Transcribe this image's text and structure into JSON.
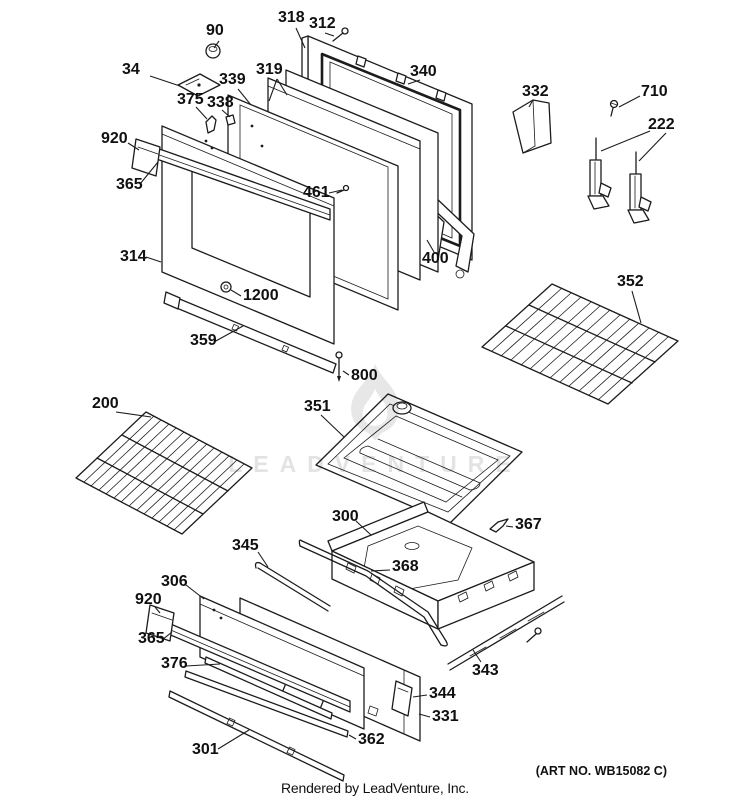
{
  "diagram": {
    "art_no": "(ART NO. WB15082 C)",
    "credit": "Rendered by LeadVenture, Inc.",
    "watermark_text": "LEADVENTURE",
    "line_color": "#1c1c1c",
    "watermark_color": "#e3e3e3"
  },
  "callouts": {
    "n34": "34",
    "n90": "90",
    "n318": "318",
    "n312": "312",
    "n319": "319",
    "n339": "339",
    "n338": "338",
    "n375": "375",
    "n920_top": "920",
    "n365_top": "365",
    "n461": "461",
    "n314": "314",
    "n1200": "1200",
    "n359": "359",
    "n800": "800",
    "n340": "340",
    "n332": "332",
    "n710": "710",
    "n222": "222",
    "n400": "400",
    "n352": "352",
    "n200": "200",
    "n351": "351",
    "n300": "300",
    "n367": "367",
    "n345": "345",
    "n368": "368",
    "n306": "306",
    "n920_bot": "920",
    "n365_bot": "365",
    "n376": "376",
    "n343": "343",
    "n344": "344",
    "n331": "331",
    "n362": "362",
    "n301": "301"
  }
}
